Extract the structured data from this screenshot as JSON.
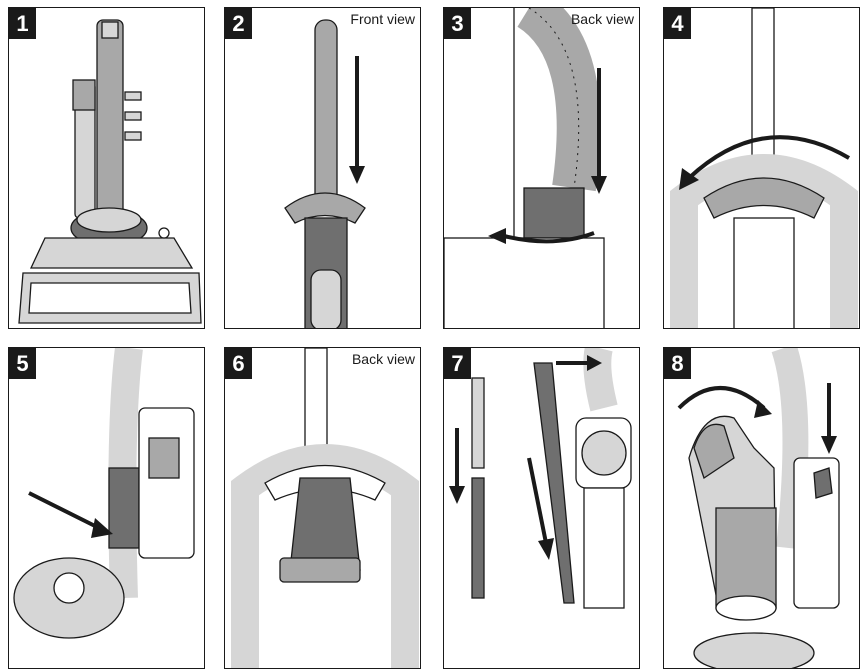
{
  "panels": [
    {
      "step": "1",
      "note": ""
    },
    {
      "step": "2",
      "note": "Front view"
    },
    {
      "step": "3",
      "note": "Back view"
    },
    {
      "step": "4",
      "note": ""
    },
    {
      "step": "5",
      "note": ""
    },
    {
      "step": "6",
      "note": "Back view"
    },
    {
      "step": "7",
      "note": ""
    },
    {
      "step": "8",
      "note": ""
    }
  ],
  "colors": {
    "outline": "#1a1a1a",
    "part_dark": "#6f6f6f",
    "part_mid": "#a8a8a8",
    "part_light": "#d6d6d6",
    "step_badge": "#1a1a1a"
  },
  "icons": [
    "arrow-down-icon",
    "arrow-curved-icon",
    "arrow-right-icon"
  ]
}
